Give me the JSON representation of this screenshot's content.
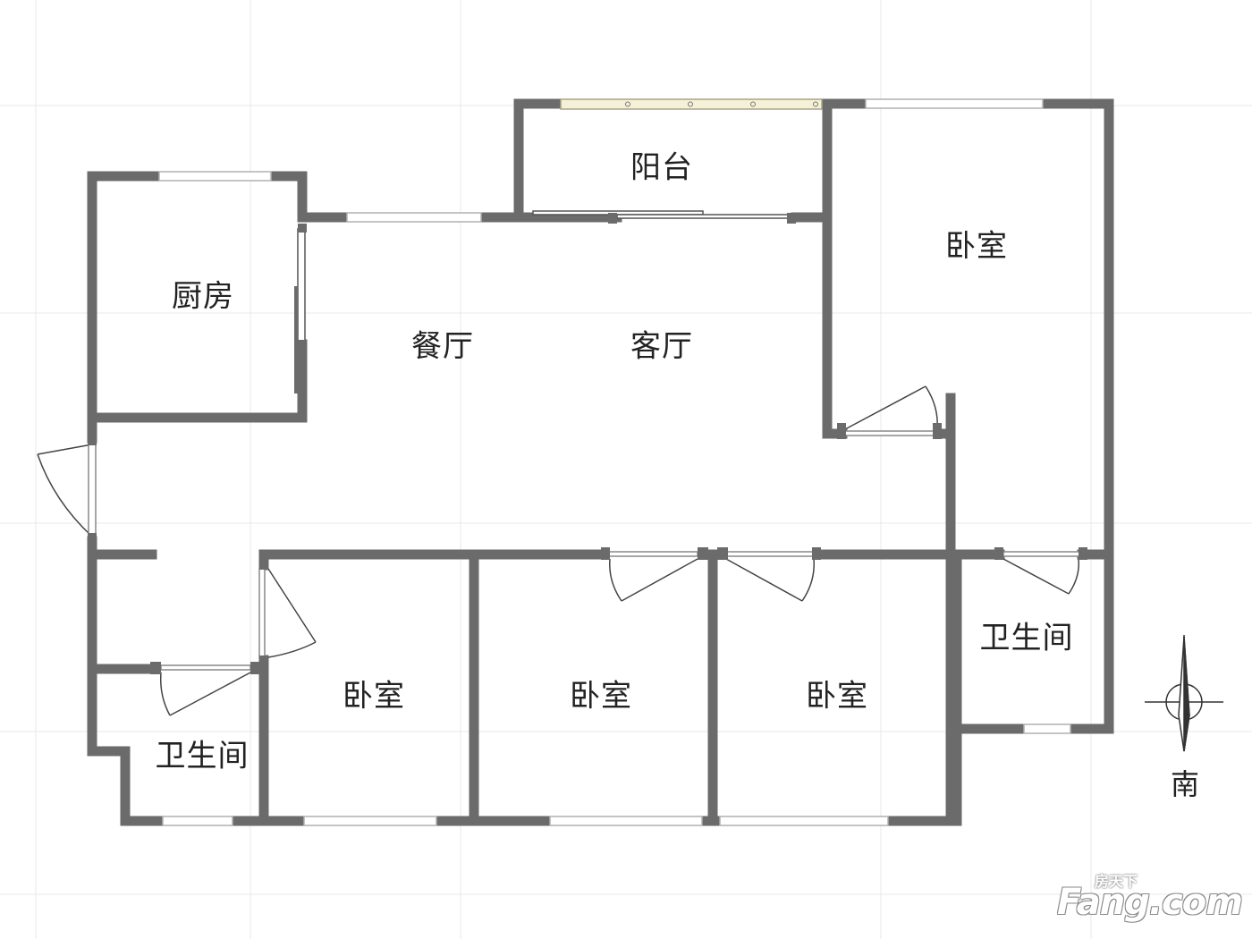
{
  "rooms": {
    "balcony": "阳台",
    "kitchen": "厨房",
    "dining": "餐厅",
    "living": "客厅",
    "bedroom_ne": "卧室",
    "bedroom_s1": "卧室",
    "bedroom_s2": "卧室",
    "bedroom_s3": "卧室",
    "bathroom_e": "卫生间",
    "bathroom_w": "卫生间"
  },
  "compass": {
    "label": "南"
  },
  "watermark": {
    "small": "房天下",
    "big": "Fang.com"
  },
  "colors": {
    "wall": "#6b6b6b",
    "grid": "#e6e6e6",
    "window": "#c8c8c8",
    "door": "#555555",
    "balcony_rail": "#f2f0d6"
  }
}
